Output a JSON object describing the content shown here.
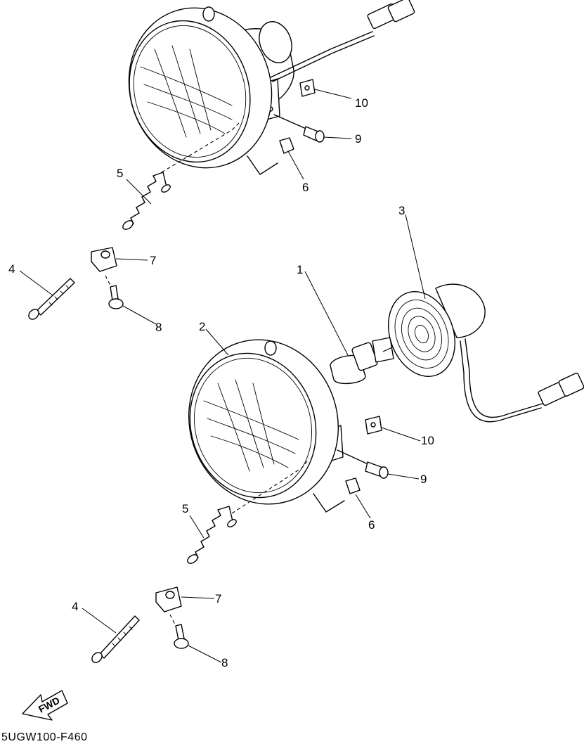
{
  "diagram": {
    "drawing_code": "5UGW100-F460",
    "fwd_arrow_label": "FWD",
    "callouts": {
      "c1": "1",
      "c2": "2",
      "c3": "3",
      "c4_top": "4",
      "c4_bottom": "4",
      "c5_top": "5",
      "c5_bottom": "5",
      "c6_top": "6",
      "c6_bottom": "6",
      "c7_top": "7",
      "c7_bottom": "7",
      "c8_top": "8",
      "c8_bottom": "8",
      "c9_top": "9",
      "c9_bottom": "9",
      "c10_top": "10",
      "c10_bottom": "10"
    }
  }
}
